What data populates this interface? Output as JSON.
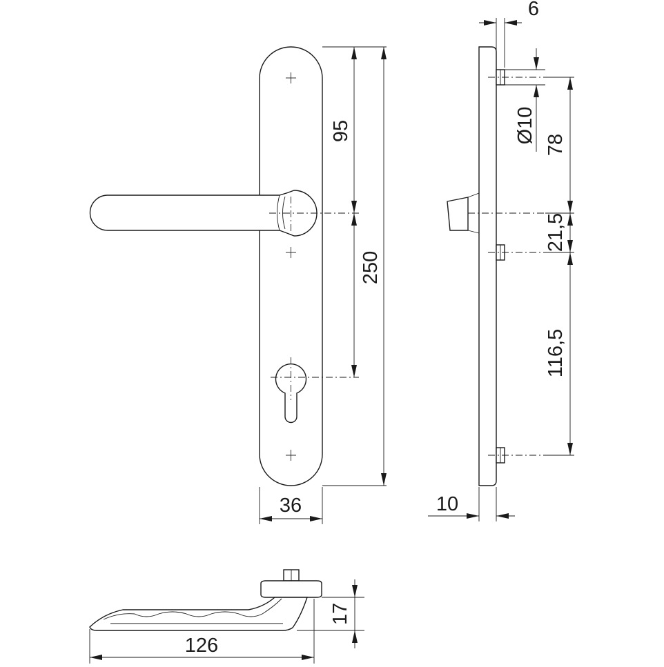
{
  "dimensions": {
    "hole_spacing_top": "95",
    "overall_height": "250",
    "plate_width": "36",
    "rose_diameter": "Ø10",
    "side_top_offset": "6",
    "side_to_center": "78",
    "side_center_gap": "21,5",
    "side_lower_span": "116,5",
    "plate_thickness": "10",
    "lever_length": "126",
    "lever_height": "17"
  }
}
